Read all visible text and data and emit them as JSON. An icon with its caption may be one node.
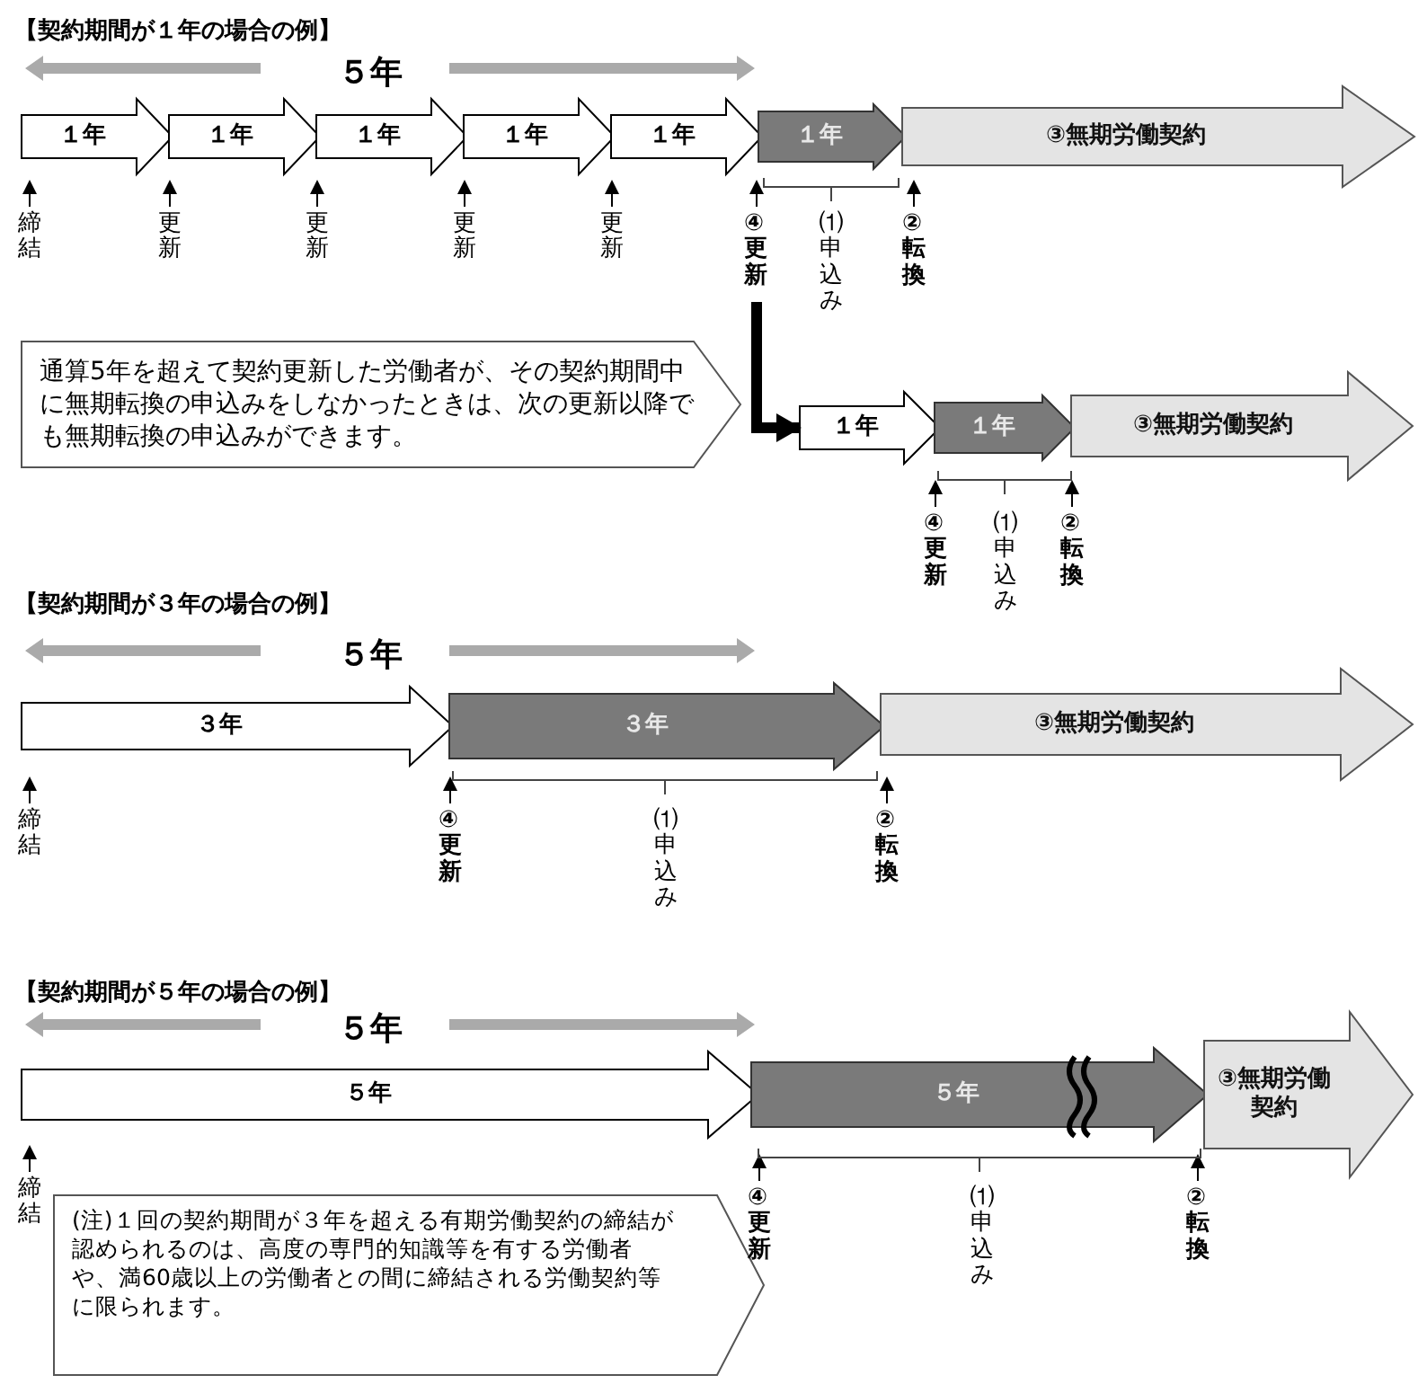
{
  "diagram": {
    "nodes": [
      {
        "text": [
          "１年"
        ]
      },
      {
        "text": [
          "１年"
        ]
      },
      {
        "text": [
          "１年"
        ]
      },
      {
        "text": [
          "１年"
        ]
      },
      {
        "text": [
          "１年"
        ]
      },
      {
        "text": [
          "１年"
        ]
      },
      {
        "text": [
          "③無期労働契約"
        ]
      },
      {
        "text": [
          "④更新"
        ]
      },
      {
        "text": [
          "通算5年を超えて契約更新した労働者が、その契約期間中に無期転換の申込みをしなかったときは、次の更新以降でも無期転換の申込みができます。"
        ]
      },
      {
        "text": [
          "１年"
        ]
      },
      {
        "text": [
          "１年"
        ]
      },
      {
        "text": [
          "③無期労働契約"
        ]
      },
      {
        "text": [
          "３年"
        ]
      },
      {
        "text": [
          "３年"
        ]
      },
      {
        "text": [
          "③無期労働契約"
        ]
      },
      {
        "text": [
          "５年"
        ]
      },
      {
        "text": [
          "５年"
        ]
      },
      {
        "text": [
          "③無期労働契約"
        ]
      },
      {
        "text": [
          "(注)１回の契約期間が３年を超える有期労働契約の締結が認められるのは、高度の専門的知識等を有する労働者や、満60歳以上の労働者との間に締結される労働契約等に限られます。"
        ]
      }
    ],
    "edges": [
      {
        "from": 7,
        "to": 9,
        "arrow": "to"
      }
    ],
    "labels": [
      "【契約期間が１年の場合の例】",
      "５年",
      "締結",
      "更新",
      "更新",
      "更新",
      "更新",
      "⑴申込み",
      "②転換",
      "④更新",
      "⑴申込み",
      "②転換",
      "【契約期間が３年の場合の例】",
      "５年",
      "締結",
      "④更新",
      "⑴申込み",
      "②転換",
      "【契約期間が５年の場合の例】",
      "５年",
      "締結",
      "④更新",
      "⑴申込み",
      "②転換"
    ]
  }
}
